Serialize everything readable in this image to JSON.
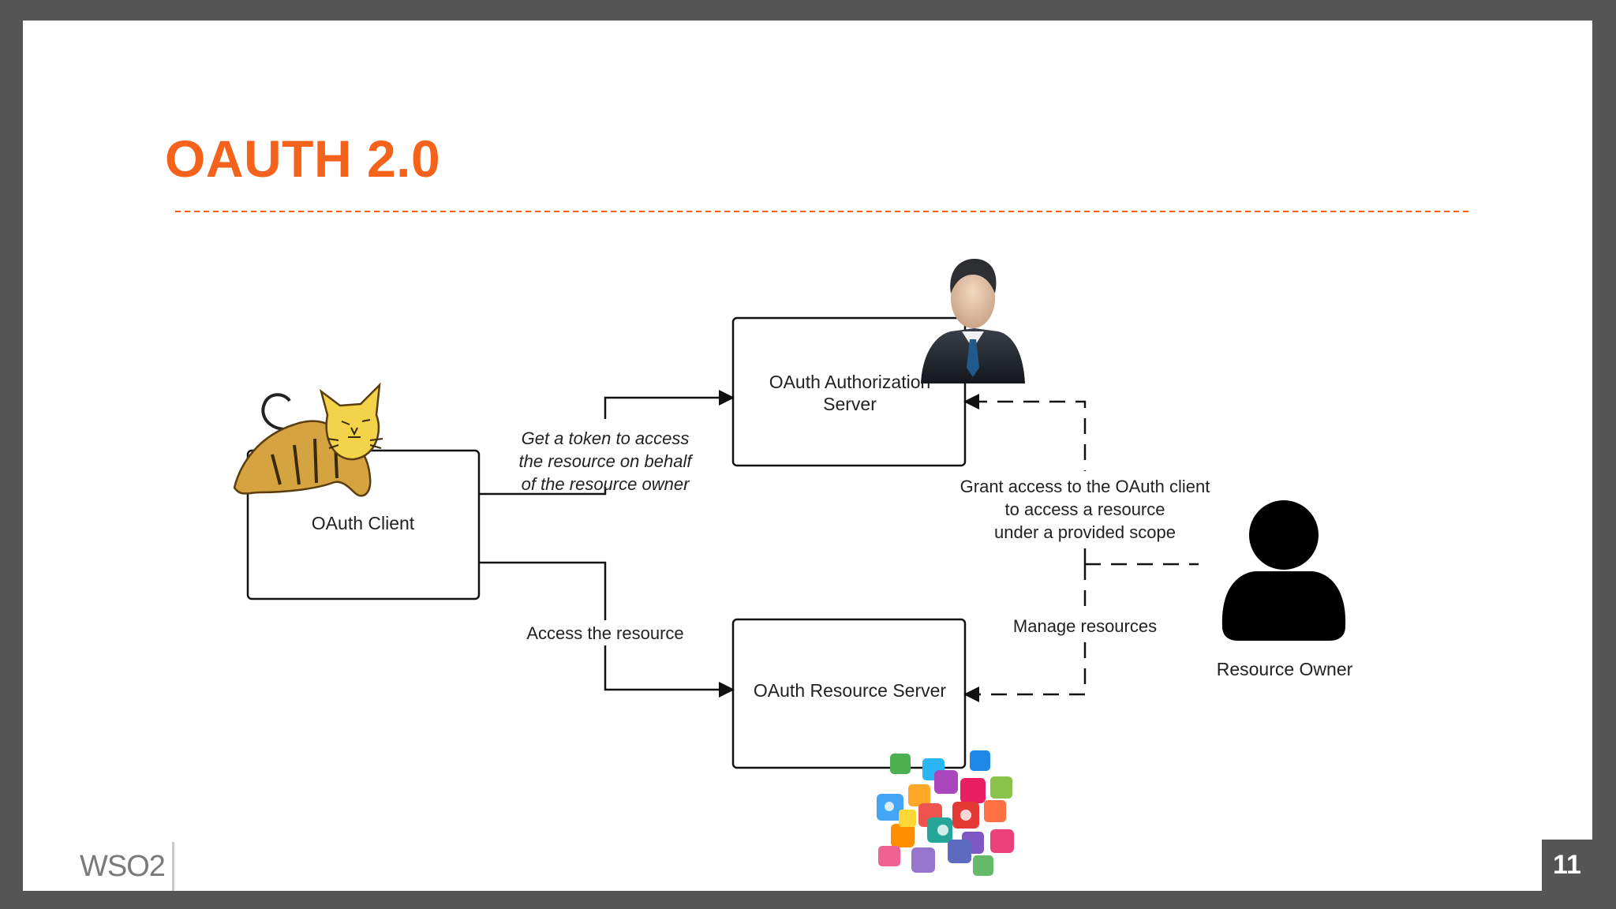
{
  "slide": {
    "title": "OAUTH 2.0",
    "number": "11",
    "logo_text": "WSO2"
  },
  "diagram": {
    "nodes": {
      "oauth_client": "OAuth Client",
      "auth_server_line1": "OAuth Authorization",
      "auth_server_line2": "Server",
      "resource_server": "OAuth Resource Server",
      "resource_owner": "Resource Owner"
    },
    "edges": {
      "get_token_line1": "Get a token to access",
      "get_token_line2": "the resource on behalf",
      "get_token_line3": "of the resource owner",
      "access_resource": "Access the resource",
      "grant_line1": "Grant access to the OAuth client",
      "grant_line2": "to access a resource",
      "grant_line3": "under a provided scope",
      "manage_resources": "Manage resources"
    }
  },
  "colors": {
    "accent": "#f4621c",
    "frame": "#555555",
    "line": "#111111"
  },
  "icons": [
    "tomcat-cat-icon",
    "businessman-icon",
    "person-silhouette-icon",
    "app-icons-cluster-icon"
  ]
}
